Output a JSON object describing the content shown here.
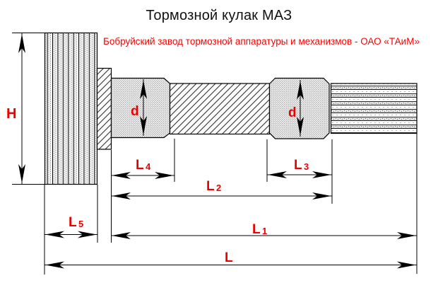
{
  "header": {
    "title": "Тормозной кулак МАЗ",
    "subtitle": "Бобруйский завод тормозной аппаратуры и механизмов - ОАО «ТАиМ»"
  },
  "colors": {
    "label_red": "#ee0000",
    "subtitle_red": "#ff0000",
    "line_black": "#000000",
    "background": "#ffffff"
  },
  "labels": {
    "height": "H",
    "d_left": "d",
    "d_right": "d",
    "l4": {
      "base": "L",
      "sub": "4"
    },
    "l3": {
      "base": "L",
      "sub": "3"
    },
    "l2": {
      "base": "L",
      "sub": "2"
    },
    "l5": {
      "base": "L",
      "sub": "5"
    },
    "l1": {
      "base": "L",
      "sub": "1"
    },
    "l": {
      "base": "L",
      "sub": ""
    }
  }
}
